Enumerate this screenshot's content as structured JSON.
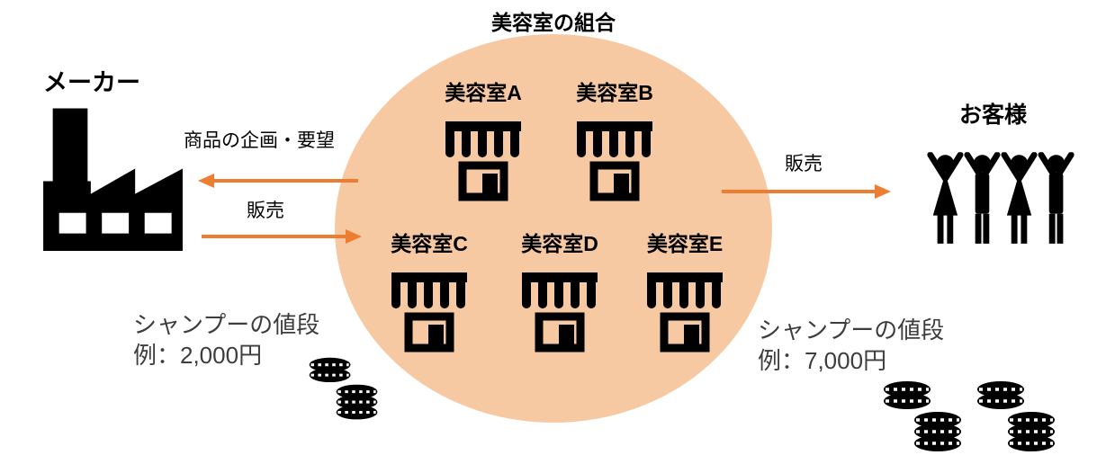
{
  "title": "美容室の組合",
  "maker_label": "メーカー",
  "customer_label": "お客様",
  "salons": [
    "美容室A",
    "美容室B",
    "美容室C",
    "美容室D",
    "美容室E"
  ],
  "arrows": {
    "planning": "商品の企画・要望",
    "sell_to_salons": "販売",
    "sell_to_customers": "販売"
  },
  "price_left": {
    "line1": "シャンプーの値段",
    "line2": "例：2,000円"
  },
  "price_right": {
    "line1": "シャンプーの値段",
    "line2": "例：7,000円"
  },
  "colors": {
    "circle_fill": "#F7C9A3",
    "arrow": "#ED7D31",
    "icon": "#000000",
    "text": "#000000"
  }
}
